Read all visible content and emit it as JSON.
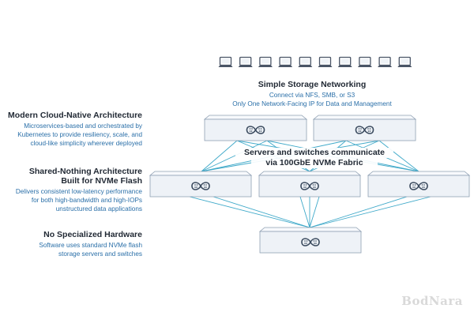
{
  "top": {
    "title": "Simple Storage Networking",
    "line1": "Connect via NFS, SMB, or S3",
    "line2": "Only One Network-Facing IP for Data and Management"
  },
  "left": {
    "section1": {
      "title": "Modern Cloud-Native Architecture",
      "desc": [
        "Microservices-based and orchestrated by",
        "Kubernetes to provide resiliency, scale, and",
        "cloud-like simplicity wherever deployed"
      ]
    },
    "section2": {
      "title": [
        "Shared-Nothing Architecture",
        "Built for NVMe Flash"
      ],
      "desc": [
        "Delivers consistent low-latency performance",
        "for both high-bandwidth and high-IOPs",
        "unstructured data applications"
      ]
    },
    "section3": {
      "title": "No Specialized Hardware",
      "desc": [
        "Software uses standard NVMe flash",
        "storage servers and switches"
      ]
    }
  },
  "middle": {
    "line1": "Servers and switches communicate",
    "line2": "via 100GbE NVMe Fabric"
  },
  "icons": {
    "client": "laptop-icon",
    "node": "infinity-logo-icon",
    "client_count": 10
  },
  "colors": {
    "heading": "#222a35",
    "description": "#2a6fa8",
    "lines": "#3fa9c9",
    "box_fill": "#eef2f7",
    "box_border": "#8fa0b3",
    "logo": "#3a4a5e"
  },
  "watermark": "BodNara"
}
